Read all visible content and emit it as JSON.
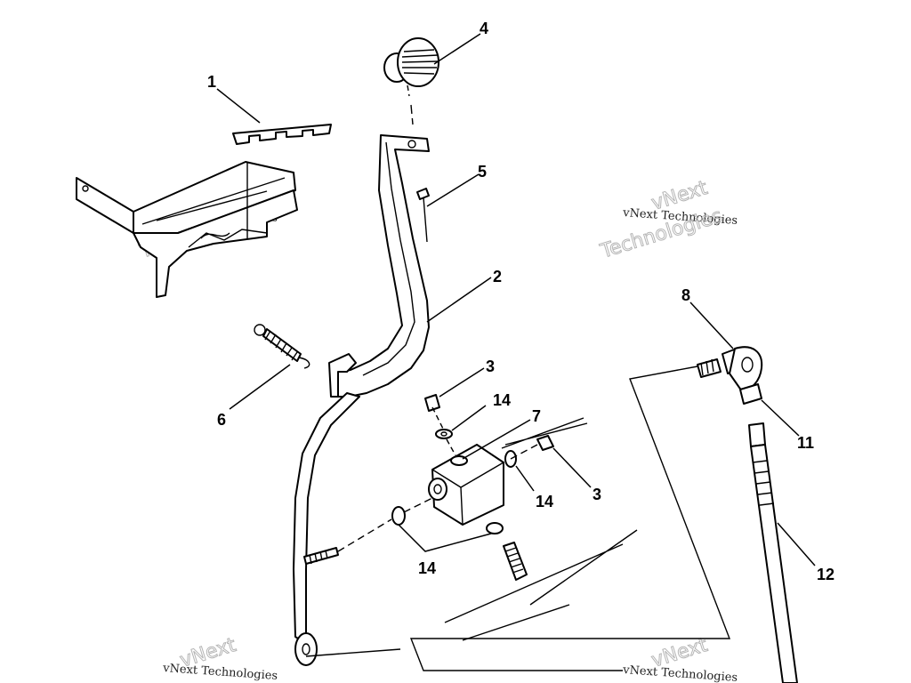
{
  "callouts": {
    "c1": "1",
    "c2": "2",
    "c3a": "3",
    "c3b": "3",
    "c4": "4",
    "c5": "5",
    "c6": "6",
    "c7": "7",
    "c8": "8",
    "c11": "11",
    "c12": "12",
    "c14a": "14",
    "c14b": "14",
    "c14c": "14"
  },
  "watermark": {
    "brand_small": "vNext Technologies",
    "brand_next": "vNext",
    "brand_tech": "Technologies"
  }
}
